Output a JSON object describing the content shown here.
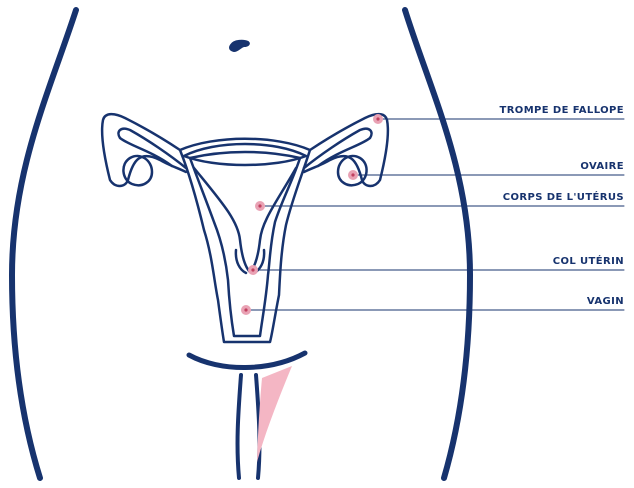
{
  "colors": {
    "outline": "#17336e",
    "marker": "#e9a2b4",
    "marker_dot": "#c0405f",
    "highlight": "#f4b6c4",
    "background": "#ffffff"
  },
  "labels": [
    {
      "id": "fallopian-tube",
      "text": "TROMPE DE FALLOPE"
    },
    {
      "id": "ovary",
      "text": "OVAIRE"
    },
    {
      "id": "uterus-body",
      "text": "CORPS DE L'UTÉRUS"
    },
    {
      "id": "cervix",
      "text": "COL UTÉRIN"
    },
    {
      "id": "vagina",
      "text": "VAGIN"
    }
  ]
}
